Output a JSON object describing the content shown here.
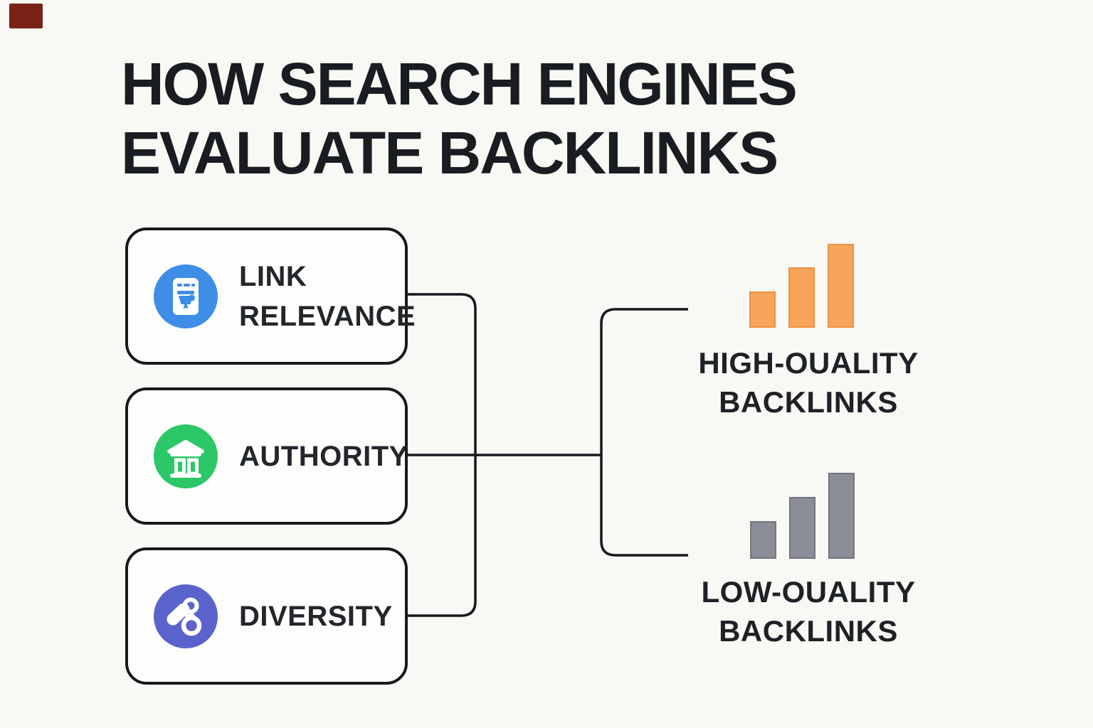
{
  "title": {
    "line1": "HOW SEARCH ENGINES",
    "line2": "EVALUATE BACKLINKS"
  },
  "factors": [
    {
      "label": "LINK RELEVANCE",
      "icon": "document-page-icon",
      "color": "#3e8ee8"
    },
    {
      "label": "AUTHORITY",
      "icon": "bank-building-icon",
      "color": "#2cc767"
    },
    {
      "label": "DIVERSITY",
      "icon": "linked-nodes-icon",
      "color": "#5a63cc"
    }
  ],
  "outcomes": [
    {
      "label_line1": "HIGH-OUALITY",
      "label_line2": "BACKLINKS",
      "bars": {
        "heights": [
          51,
          85,
          118
        ],
        "fill": "#f8a55b",
        "border": "#ee9140"
      }
    },
    {
      "label_line1": "LOW-OUALITY",
      "label_line2": "BACKLINKS",
      "bars": {
        "heights": [
          53,
          87,
          121
        ],
        "fill": "#8b8e97",
        "border": "#72757d"
      }
    }
  ],
  "colors": {
    "background": "#f8f8f5",
    "box_background": "#fdfdfc",
    "line": "#17191d",
    "text": "#191d21",
    "corner_mark": "#7b2217"
  }
}
